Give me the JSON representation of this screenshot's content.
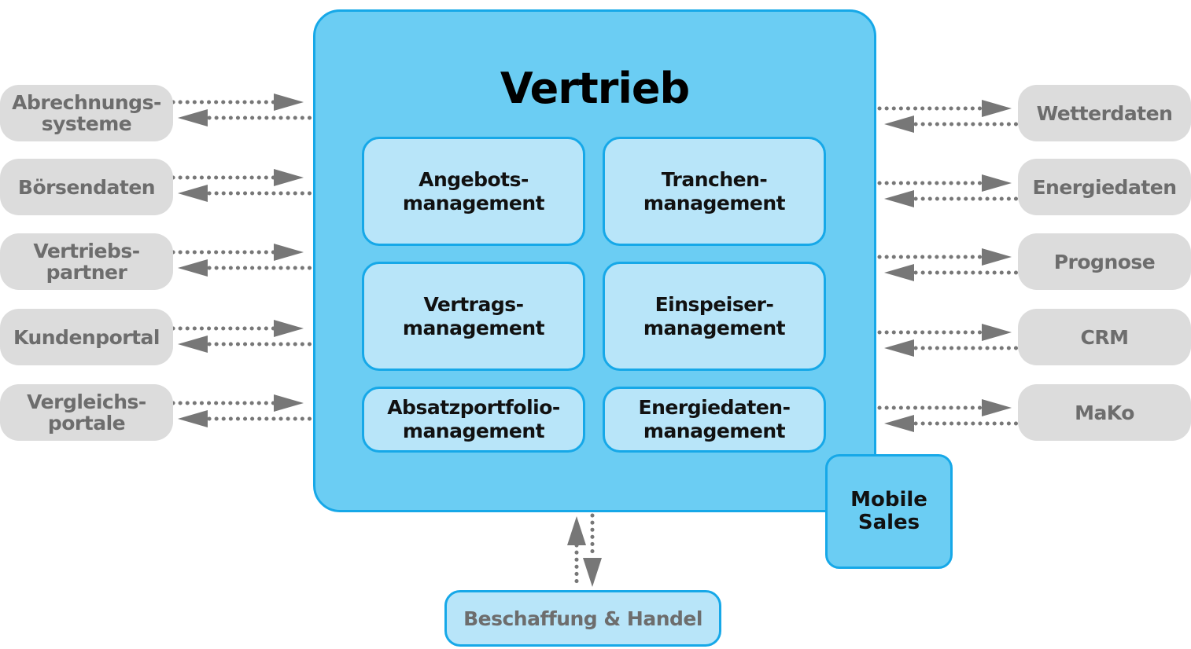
{
  "colors": {
    "main_fill": "#6bcdf3",
    "main_border": "#16a8e8",
    "module_fill": "#b8e5f9",
    "external_fill": "#dcdcdc",
    "external_text": "#6d6d6d",
    "arrow": "#777777"
  },
  "main": {
    "title": "Vertrieb"
  },
  "modules": [
    {
      "label": "Angebots-\nmanagement"
    },
    {
      "label": "Tranchen-\nmanagement"
    },
    {
      "label": "Vertrags-\nmanagement"
    },
    {
      "label": "Einspeiser-\nmanagement"
    },
    {
      "label": "Absatzportfolio-\nmanagement"
    },
    {
      "label": "Energiedaten-\nmanagement"
    }
  ],
  "mobile_sales": {
    "label": "Mobile\nSales"
  },
  "left_systems": [
    {
      "label": "Abrechnungs-\nsysteme"
    },
    {
      "label": "Börsendaten"
    },
    {
      "label": "Vertriebs-\npartner"
    },
    {
      "label": "Kundenportal"
    },
    {
      "label": "Vergleichs-\nportale"
    }
  ],
  "right_systems": [
    {
      "label": "Wetterdaten"
    },
    {
      "label": "Energiedaten"
    },
    {
      "label": "Prognose"
    },
    {
      "label": "CRM"
    },
    {
      "label": "MaKo"
    }
  ],
  "bottom_system": {
    "label": "Beschaffung & Handel"
  }
}
